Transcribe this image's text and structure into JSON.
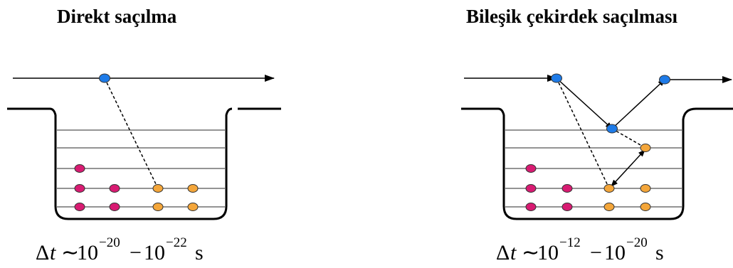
{
  "panels": [
    {
      "title": "Direkt saçılma",
      "formula": {
        "delta": "Δ",
        "t": "t",
        "sim": "∼",
        "base1": "10",
        "exp1": "−20",
        "minus": "−",
        "base2": "10",
        "exp2": "−22",
        "unit": "s"
      }
    },
    {
      "title": "Bileşik çekirdek saçılması",
      "formula": {
        "delta": "Δ",
        "t": "t",
        "sim": "∼",
        "base1": "10",
        "exp1": "−12",
        "minus": "−",
        "base2": "10",
        "exp2": "−20",
        "unit": "s"
      }
    }
  ],
  "colors": {
    "incident": "#1e7be8",
    "proton": "#d81b72",
    "neutron": "#f4a63a",
    "line": "#000000",
    "level": "#555555"
  },
  "icons": [
    "arrow-right-icon",
    "arrow-double-icon"
  ]
}
